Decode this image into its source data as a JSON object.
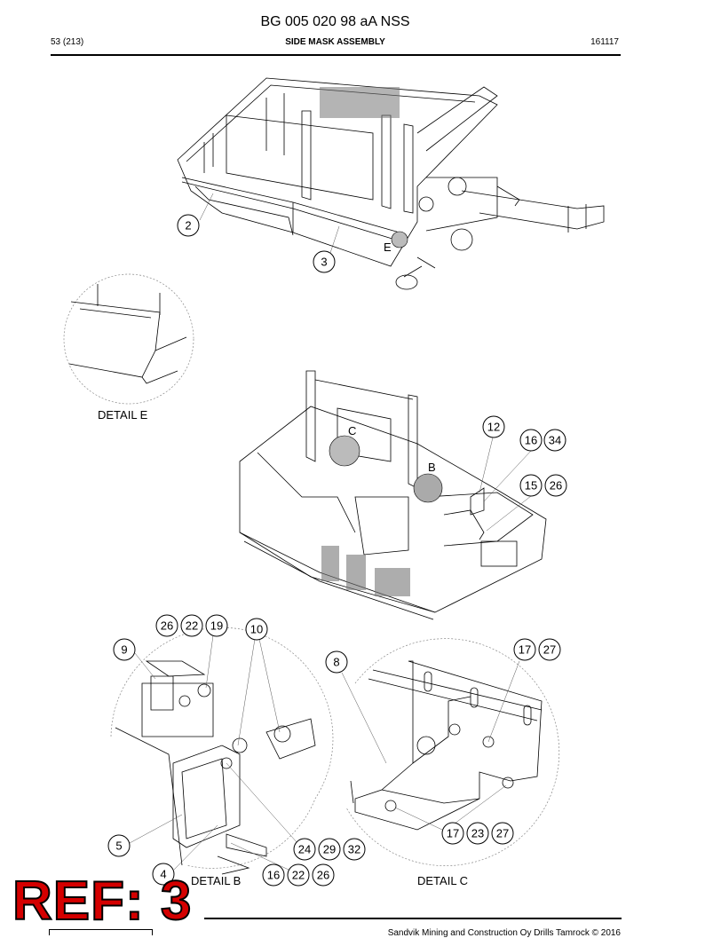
{
  "header": {
    "doc_title": "BG 005 020 98 aA NSS",
    "page": "53 (213)",
    "section": "SIDE MASK ASSEMBLY",
    "date_code": "161117"
  },
  "footer": {
    "copyright": "Sandvik Mining and Construction Oy Drills Tamrock © 2016"
  },
  "ref_stamp": "REF: 3",
  "detail_labels": {
    "e": "DETAIL E",
    "b": "DETAIL B",
    "c": "DETAIL C"
  },
  "view_markers": {
    "e": "E",
    "c": "C",
    "b": "B"
  },
  "callouts": {
    "top_2": "2",
    "top_3": "3",
    "mid_12": "12",
    "mid_16": "16",
    "mid_34": "34",
    "mid_15": "15",
    "mid_26": "26",
    "b_26": "26",
    "b_22": "22",
    "b_19": "19",
    "b_10": "10",
    "b_9": "9",
    "b_5": "5",
    "b_4": "4",
    "b_24": "24",
    "b_29": "29",
    "b_32": "32",
    "b_16": "16",
    "b_22b": "22",
    "b_26b": "26",
    "c_8": "8",
    "c_17": "17",
    "c_27": "27",
    "c_17b": "17",
    "c_23": "23",
    "c_27b": "27"
  }
}
